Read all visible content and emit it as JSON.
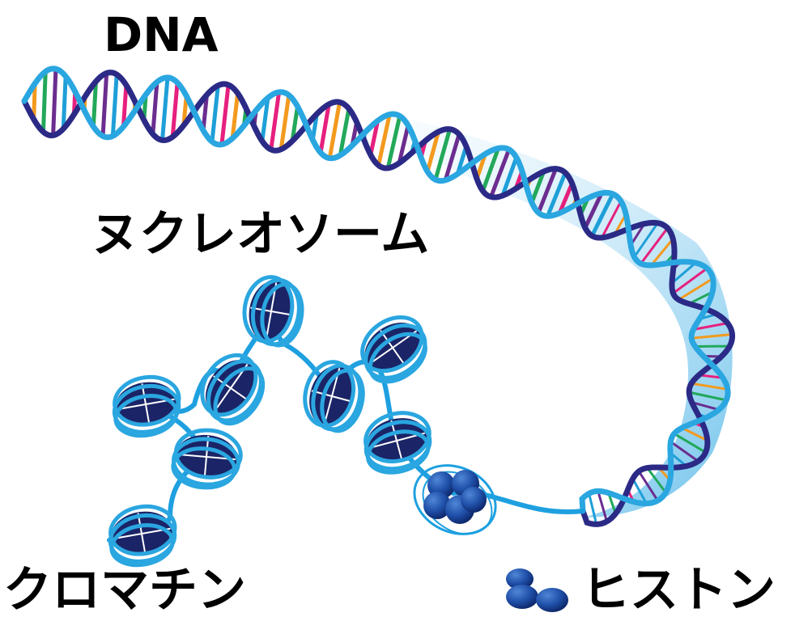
{
  "labels": {
    "dna": "DNA",
    "nucleosome": "ヌクレオソーム",
    "chromatin": "クロマチン",
    "histone": "ヒストン"
  },
  "colors": {
    "strand": "#2aa6e0",
    "strand_dark": "#2b2a86",
    "histone": "#1b2466",
    "histone_ball": "#1f4fa8",
    "base_pairs": [
      "#e6207e",
      "#f39a1e",
      "#22a85a",
      "#6b2d8f",
      "#1e9fd8"
    ]
  }
}
